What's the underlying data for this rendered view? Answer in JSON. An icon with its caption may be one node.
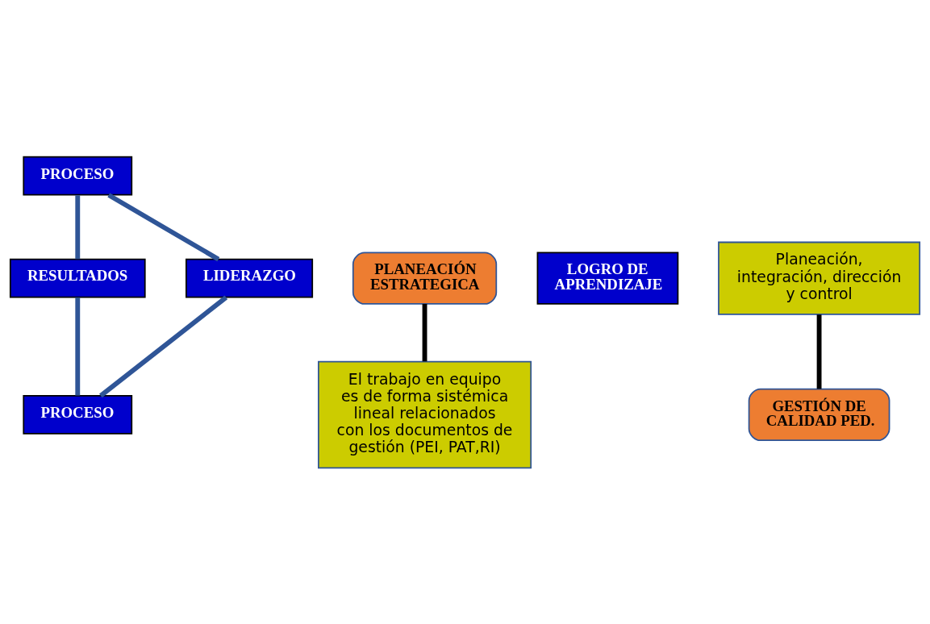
{
  "diagram": {
    "nodes": [
      {
        "text": [
          "PROCESO"
        ]
      },
      {
        "text": [
          "PLANEACIÓN ESTRATEGICA"
        ]
      },
      {
        "text": [
          "Planeación, integración, dirección y control"
        ]
      },
      {
        "text": [
          "LIDERAZGO"
        ]
      },
      {
        "text": [
          "El trabajo en equipo es de forma sistémica lineal relacionados con los documentos de gestión (PEI, PAT,RI)"
        ]
      },
      {
        "text": [
          "LOGRO DE APRENDIZAJE"
        ]
      },
      {
        "text": [
          "RESULTADOS"
        ]
      },
      {
        "text": [
          "GESTIÓN DE CALIDAD PED."
        ]
      },
      {
        "text": [
          "PROCESO"
        ]
      }
    ],
    "edges": [
      {
        "from": 0,
        "to": 6,
        "arrow": "none"
      },
      {
        "from": 6,
        "to": 8,
        "arrow": "none"
      },
      {
        "from": 8,
        "to": 3,
        "arrow": "none"
      },
      {
        "from": 3,
        "to": 0,
        "arrow": "none"
      },
      {
        "from": 1,
        "to": 4,
        "arrow": "none",
        "color": "#000000"
      },
      {
        "from": 2,
        "to": 7,
        "arrow": "none",
        "color": "#000000"
      }
    ]
  }
}
